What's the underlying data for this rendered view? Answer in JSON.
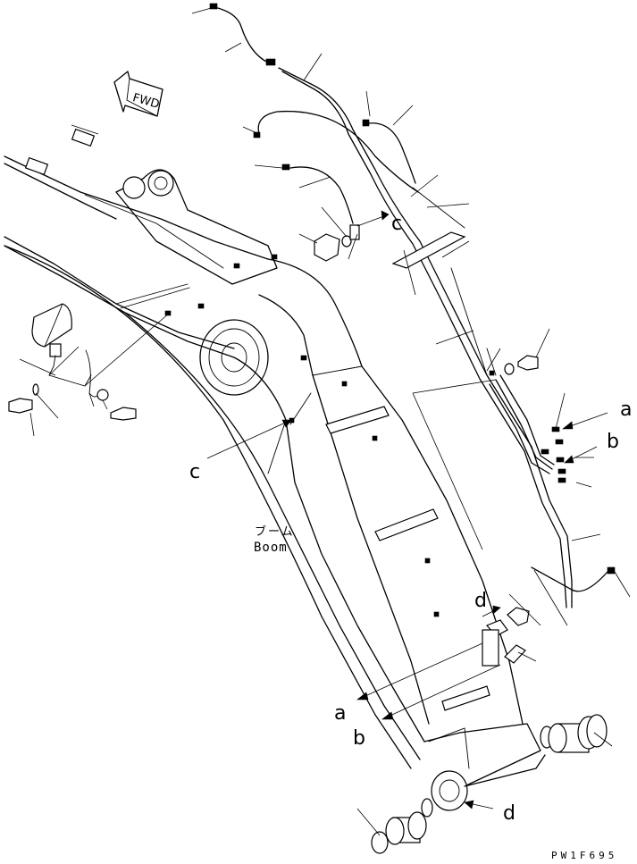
{
  "diagram": {
    "direction_marker": "FWD",
    "callouts": {
      "a_left": "a",
      "a_right": "a",
      "b_left": "b",
      "b_right": "b",
      "c_left": "c",
      "c_right": "c",
      "d_upper": "d",
      "d_lower": "d"
    },
    "part_label_jp": "ブーム",
    "part_label_en": "Boom",
    "drawing_code": "PW1F695"
  }
}
